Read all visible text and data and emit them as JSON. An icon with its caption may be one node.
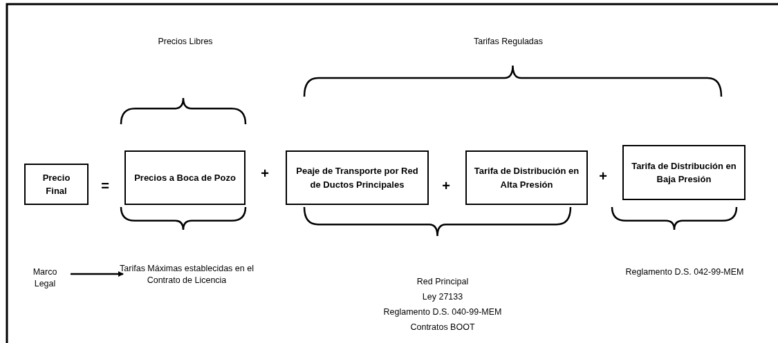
{
  "diagram": {
    "nodes": [
      {
        "text": [
          "Precio Final"
        ]
      },
      {
        "text": [
          "Precios a Boca de Pozo"
        ]
      },
      {
        "text": [
          "Peaje de Transporte por Red de Ductos Principales"
        ]
      },
      {
        "text": [
          "Tarifa de Distribución en Alta Presión"
        ]
      },
      {
        "text": [
          "Tarifa de Distribución en Baja Presión"
        ]
      },
      {
        "text": [
          "Marco Legal"
        ]
      },
      {
        "text": [
          "Tarifas Máximas establecidas en el Contrato de Licencia"
        ]
      }
    ],
    "edges": [
      {
        "from": 5,
        "to": 6,
        "arrow": "to"
      }
    ],
    "labels": [
      "Precios Libres",
      "Tarifas Reguladas",
      "=",
      "+",
      "+",
      "+",
      "Red Principal",
      "Ley 27133",
      "Reglamento D.S. 040-99-MEM",
      "Contratos BOOT",
      "Reglamento D.S. 042-99-MEM"
    ]
  }
}
